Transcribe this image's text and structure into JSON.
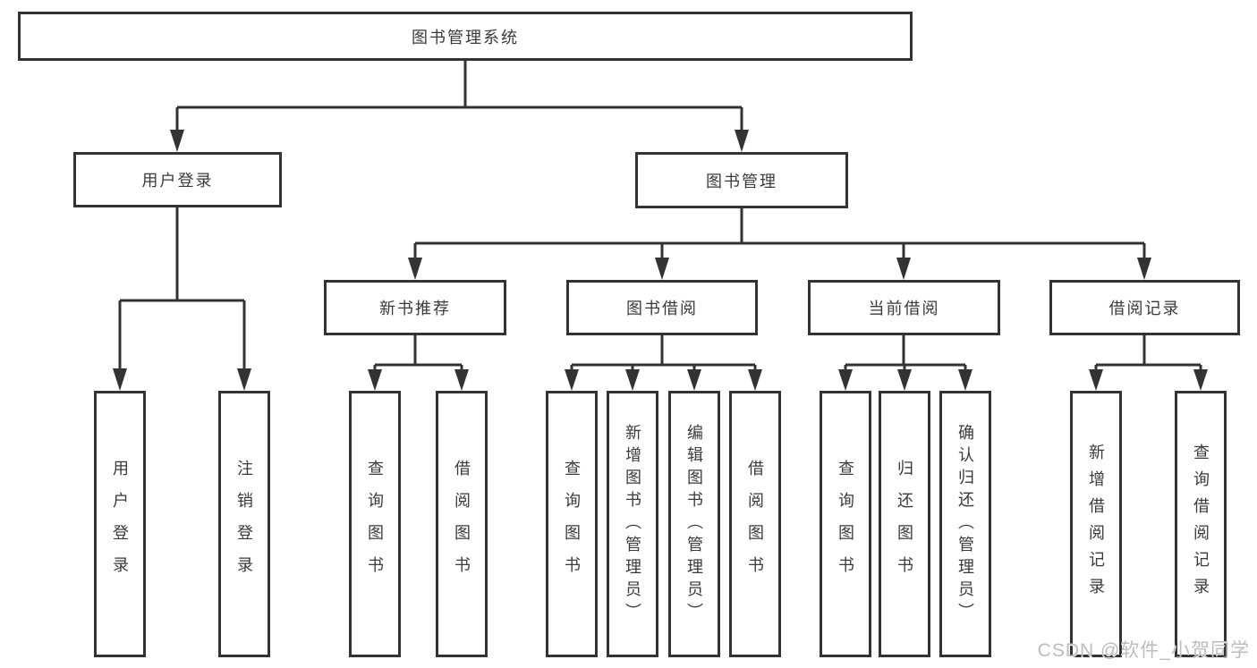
{
  "tree": {
    "root": "图书管理系统",
    "branches": [
      {
        "label": "用户登录",
        "children": [
          "用户登录",
          "注销登录"
        ]
      },
      {
        "label": "图书管理",
        "sections": [
          {
            "label": "新书推荐",
            "children": [
              "查询图书",
              "借阅图书"
            ]
          },
          {
            "label": "图书借阅",
            "children": [
              "查询图书",
              "新增图书（管理员）",
              "编辑图书（管理员）",
              "借阅图书"
            ]
          },
          {
            "label": "当前借阅",
            "children": [
              "查询图书",
              "归还图书",
              "确认归还（管理员）"
            ]
          },
          {
            "label": "借阅记录",
            "children": [
              "新增借阅记录",
              "查询借阅记录"
            ]
          }
        ]
      }
    ]
  },
  "watermark": {
    "text": "CSDN @软件_小贺同学"
  },
  "colors": {
    "line": "#333333",
    "text": "#3a3a3a",
    "box_background": "#ffffff",
    "page_background": "#ffffff",
    "watermark": "#bdbdbd"
  }
}
